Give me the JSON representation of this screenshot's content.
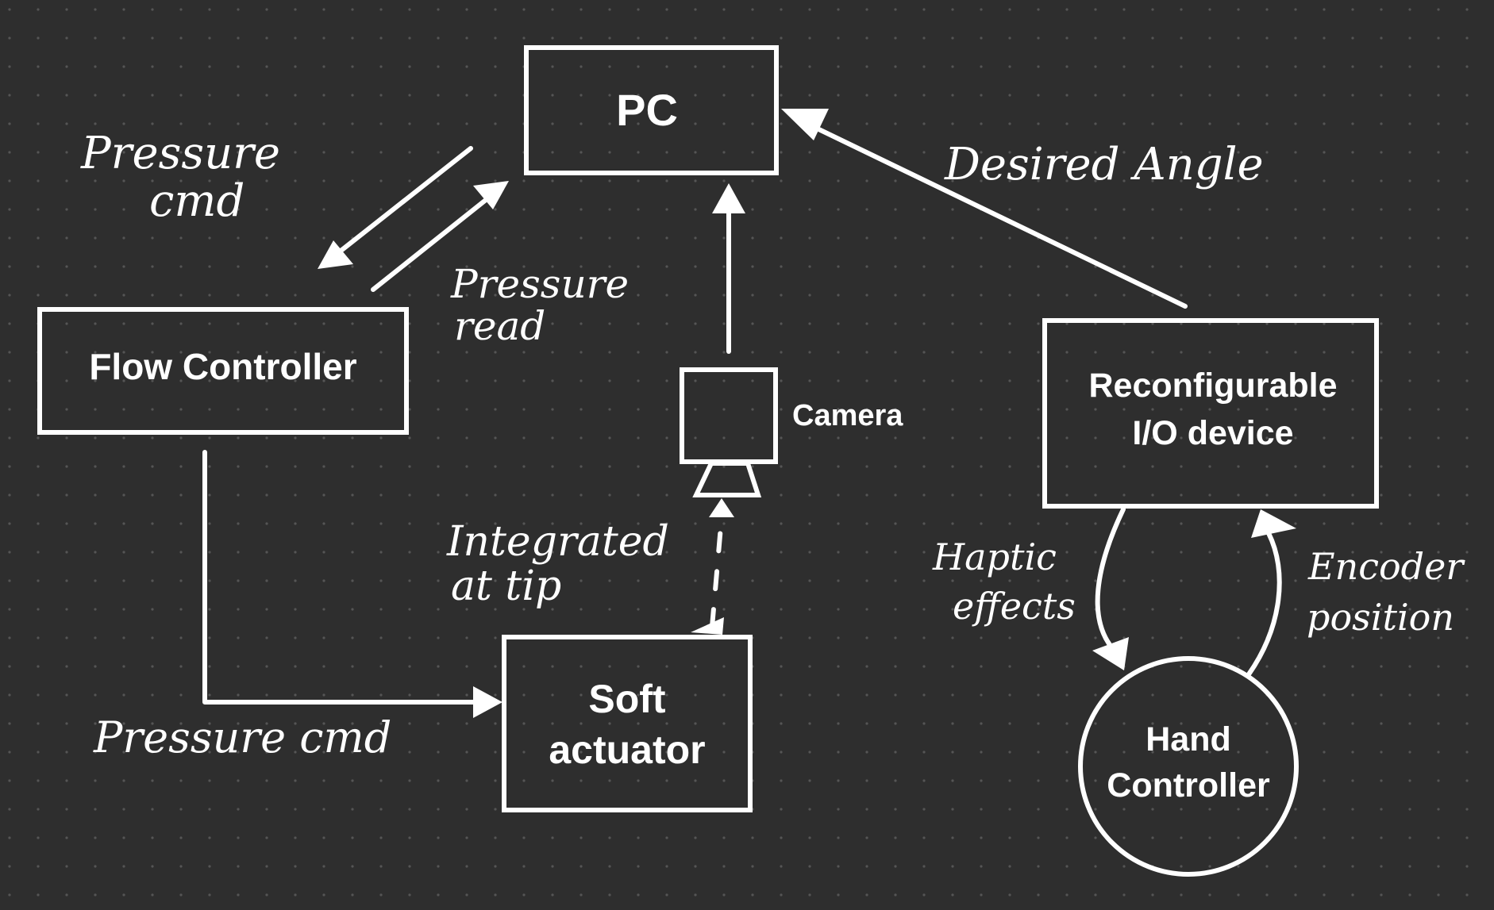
{
  "nodes": {
    "pc": {
      "label": "PC"
    },
    "flow_controller": {
      "label": "Flow Controller"
    },
    "camera": {
      "label": "Camera"
    },
    "soft_actuator": {
      "label_line1": "Soft",
      "label_line2": "actuator"
    },
    "io_device": {
      "label_line1": "Reconfigurable",
      "label_line2": "I/O device"
    },
    "hand_controller": {
      "label_line1": "Hand",
      "label_line2": "Controller"
    }
  },
  "edges": {
    "pc_to_flow": {
      "line1": "Pressure",
      "line2": "cmd"
    },
    "flow_to_pc": {
      "line1": "Pressure",
      "line2": "read"
    },
    "io_to_pc": {
      "label": "Desired Angle"
    },
    "actuator_to_camera": {
      "line1": "Integrated",
      "line2": "at tip"
    },
    "flow_to_actuator": {
      "label": "Pressure cmd"
    },
    "io_to_hand": {
      "line1": "Haptic",
      "line2": "effects"
    },
    "hand_to_io": {
      "line1": "Encoder",
      "line2": "position"
    }
  },
  "colors": {
    "background": "#2e2e2e",
    "foreground": "#ffffff",
    "grid_dot": "#555555"
  }
}
